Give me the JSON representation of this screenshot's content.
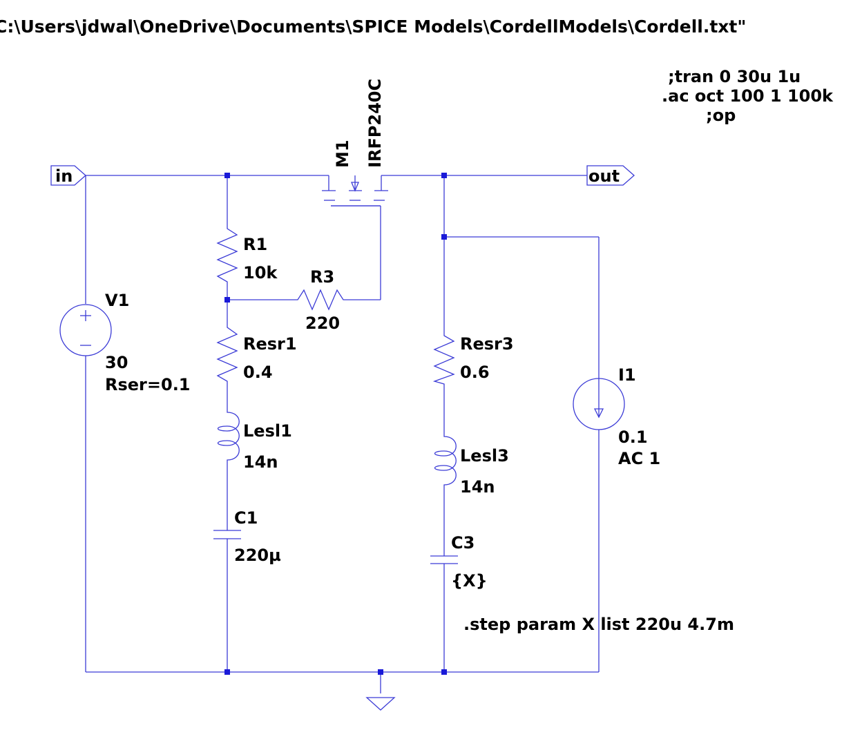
{
  "include_path": "C:\\Users\\jdwal\\OneDrive\\Documents\\SPICE Models\\CordellModels\\Cordell.txt\"",
  "directives": {
    "tran": ";tran 0 30u 1u",
    "ac": ".ac oct 100 1 100k",
    "op": ";op",
    "step": ".step param X list 220u 4.7m"
  },
  "ports": {
    "in": "in",
    "out": "out"
  },
  "components": {
    "m1": {
      "name": "M1",
      "model": "IRFP240C"
    },
    "r1": {
      "name": "R1",
      "value": "10k"
    },
    "r3": {
      "name": "R3",
      "value": "220"
    },
    "v1": {
      "name": "V1",
      "value": "30",
      "param": "Rser=0.1"
    },
    "resr1": {
      "name": "Resr1",
      "value": "0.4"
    },
    "lesl1": {
      "name": "Lesl1",
      "value": "14n"
    },
    "c1": {
      "name": "C1",
      "value": "220µ"
    },
    "resr3": {
      "name": "Resr3",
      "value": "0.6"
    },
    "lesl3": {
      "name": "Lesl3",
      "value": "14n"
    },
    "c3": {
      "name": "C3",
      "value": "{X}"
    },
    "i1": {
      "name": "I1",
      "value": "0.1",
      "ac": "AC 1"
    }
  }
}
